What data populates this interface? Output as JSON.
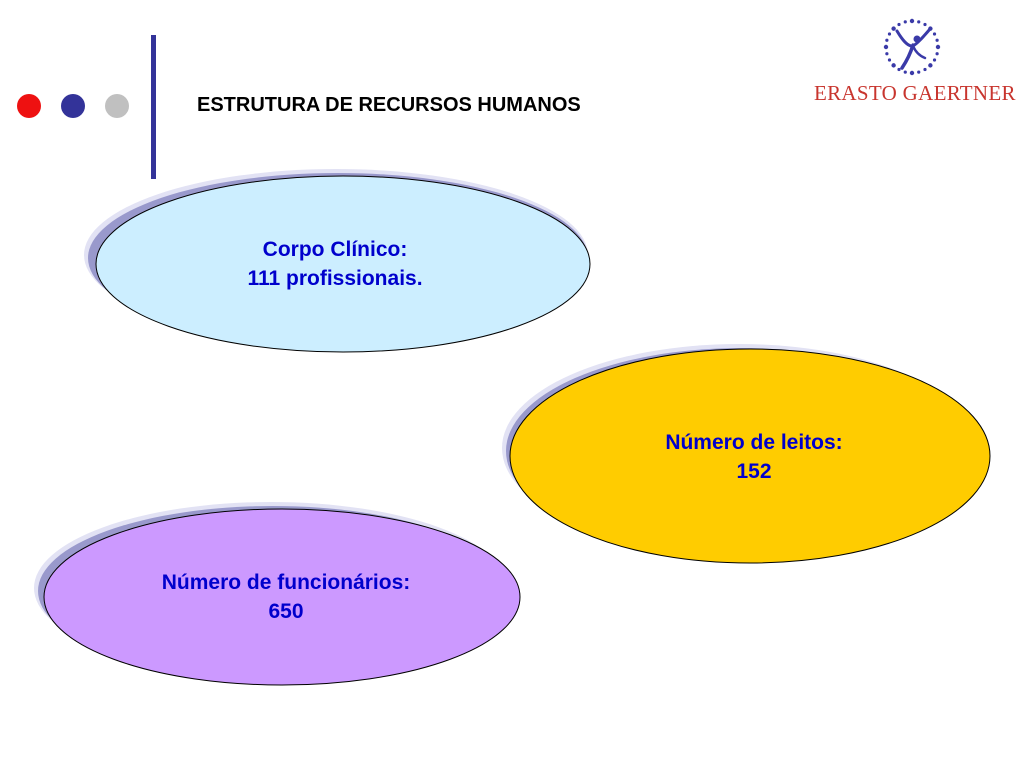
{
  "header": {
    "title": "ESTRUTURA DE RECURSOS HUMANOS",
    "bullet_colors": [
      "#ee1111",
      "#333399",
      "#c0c0c0"
    ],
    "divider_color": "#333399"
  },
  "logo": {
    "icon": "dancer-icon",
    "text": "ERASTO GAERTNER",
    "text_color": "#c8352e",
    "icon_color": "#3a3aa8"
  },
  "cards": [
    {
      "line1": "Corpo Clínico:",
      "line2": "111 profissionais.",
      "fill": "#cceeff"
    },
    {
      "line1": "Número de leitos:",
      "line2": "152",
      "fill": "#ffcc00"
    },
    {
      "line1": "Número de funcionários:",
      "line2": "650",
      "fill": "#cc99ff"
    }
  ],
  "colors": {
    "text_accent": "#0000cc",
    "shadow_fill": "#9999cc",
    "shadow_highlight": "#e2e2f4"
  }
}
